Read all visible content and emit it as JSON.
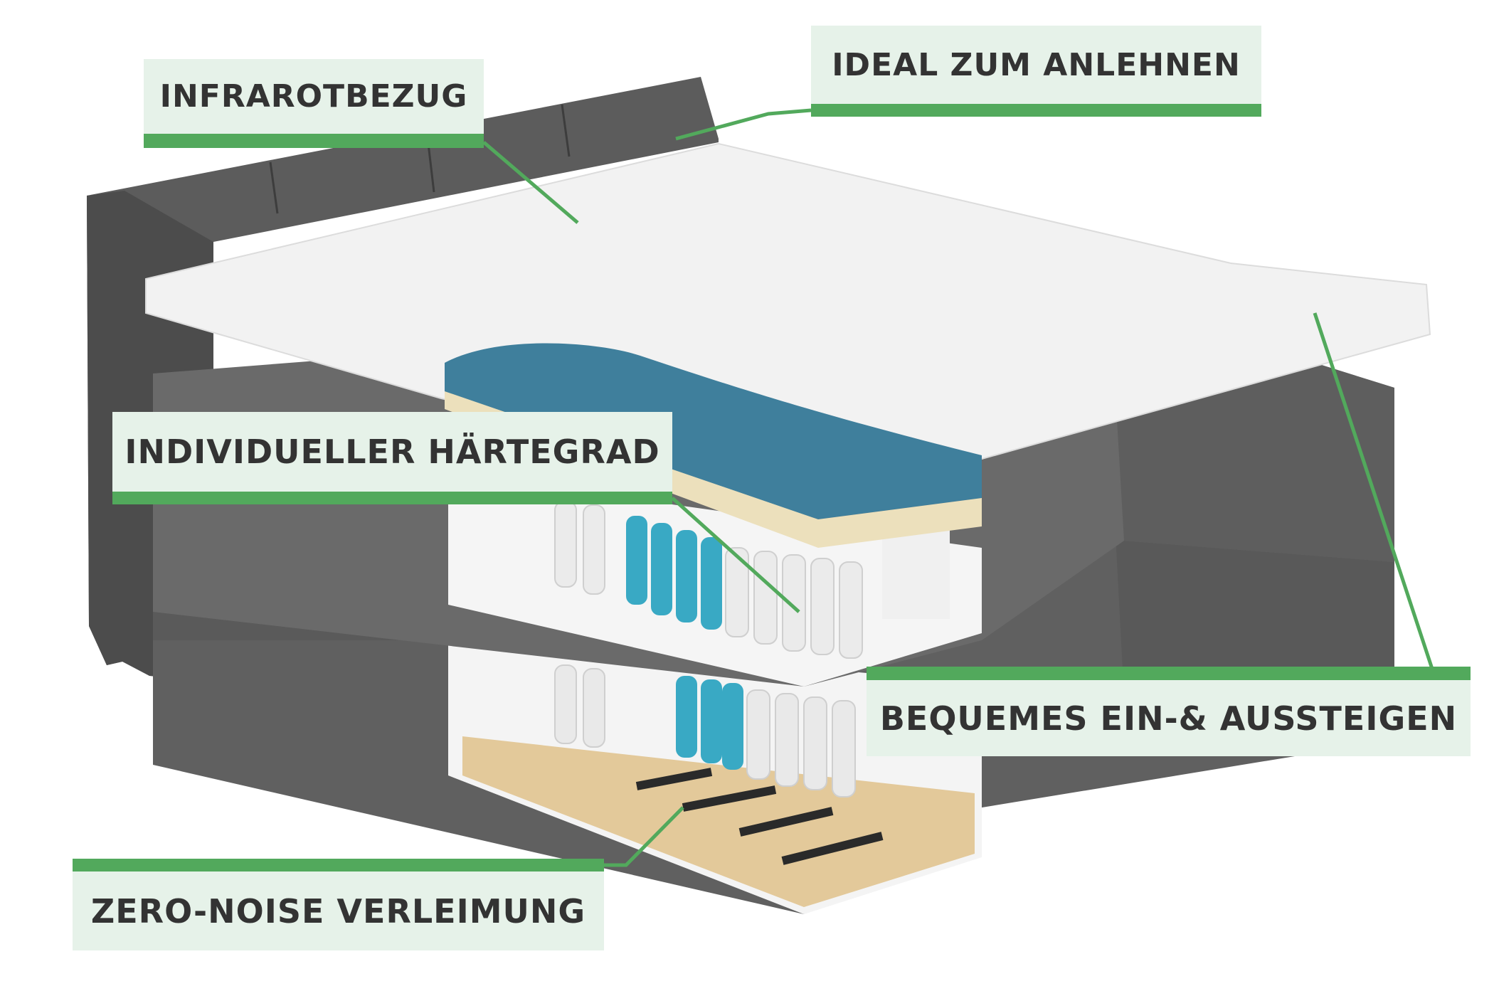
{
  "image": {
    "description": "Boxspring bed cutaway infographic with callout labels",
    "colors": {
      "label_bg": "#e6f2e9",
      "label_text": "#333333",
      "accent_green": "#52a95c",
      "fabric_gray": "#5a5a5a",
      "topper_white": "#f1f1f1",
      "foam_blue": "#3f7f9c",
      "foam_cream": "#ece0bc",
      "spring_cyan": "#39a9c4",
      "wood": "#e3c99a"
    }
  },
  "labels": [
    {
      "id": "infrared-cover",
      "text": "INFRAROTBEZUG"
    },
    {
      "id": "ideal-lean",
      "text": "IDEAL ZUM ANLEHNEN"
    },
    {
      "id": "individual-firmness",
      "text": "INDIVIDUELLER HÄRTEGRAD"
    },
    {
      "id": "easy-entry-exit",
      "text": "BEQUEMES EIN-& AUSSTEIGEN"
    },
    {
      "id": "zero-noise-glue",
      "text": "ZERO-NOISE VERLEIMUNG"
    }
  ]
}
